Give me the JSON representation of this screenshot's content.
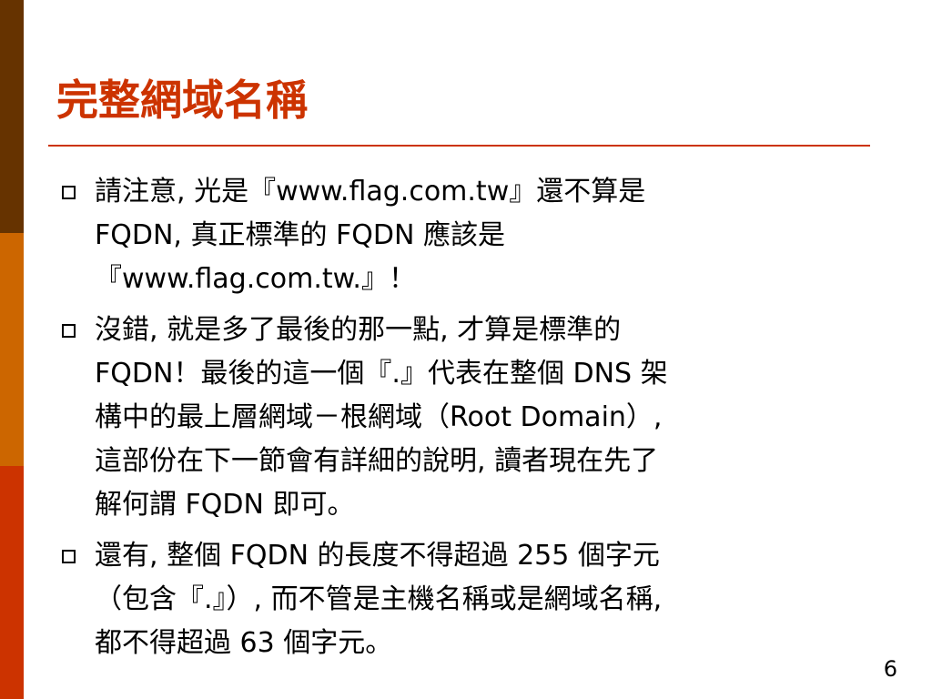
{
  "slide": {
    "title": "完整網域名稱",
    "page_number": "6",
    "colors": {
      "title": "#cc3300",
      "rule": "#cc3300",
      "sidebar_top": "#663300",
      "sidebar_middle": "#cc6600",
      "sidebar_bottom": "#cc3300"
    },
    "bullet_icon": "hollow-square-bullet-icon",
    "bullets": [
      {
        "lines": [
          "請注意, 光是『www.flag.com.tw』還不算是",
          "FQDN, 真正標準的 FQDN 應該是",
          "『www.flag.com.tw.』！"
        ]
      },
      {
        "lines": [
          "沒錯, 就是多了最後的那一點, 才算是標準的",
          "FQDN！最後的這一個『.』代表在整個 DNS 架",
          "構中的最上層網域－根網域（Root Domain）,",
          "這部份在下一節會有詳細的說明, 讀者現在先了",
          "解何謂 FQDN 即可。"
        ]
      },
      {
        "lines": [
          "還有, 整個 FQDN 的長度不得超過 255 個字元",
          "（包含『.』）, 而不管是主機名稱或是網域名稱,",
          "都不得超過 63 個字元。"
        ]
      }
    ]
  }
}
